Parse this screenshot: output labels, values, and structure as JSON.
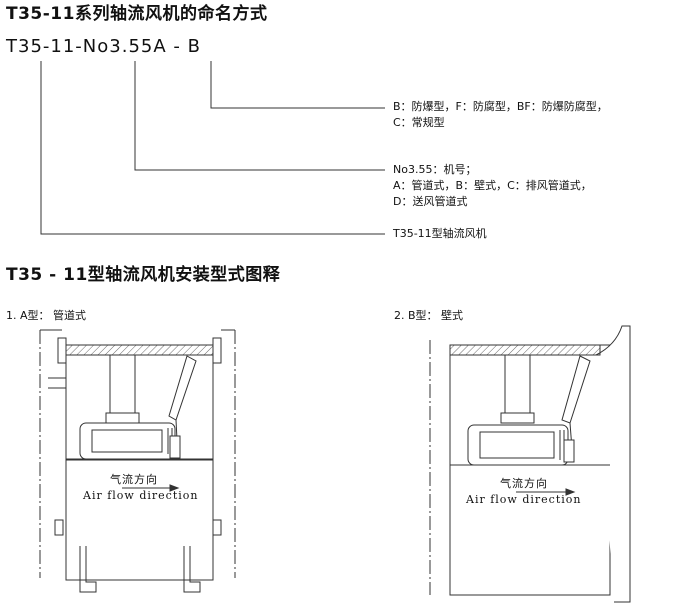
{
  "naming": {
    "title": "T35-11系列轴流风机的命名方式",
    "code": "T35-11-No3.55A - B",
    "notes": {
      "b_line1": "B：防爆型，F：防腐型，BF：防爆防腐型，",
      "b_line2": "C：常规型",
      "no_line1": "No3.55：机号；",
      "no_line2": "A：管道式，B：壁式，C：排风管道式，",
      "no_line3": "D：送风管道式",
      "series": "T35-11型轴流风机"
    }
  },
  "install": {
    "title": "T35 - 11型轴流风机安装型式图释",
    "a": {
      "caption": "1. A型： 管道式",
      "dir_cn": "气流方向",
      "dir_en": "Air flow direction"
    },
    "b": {
      "caption": "2. B型： 壁式",
      "dir_cn": "气流方向",
      "dir_en": "Air flow direction"
    }
  }
}
